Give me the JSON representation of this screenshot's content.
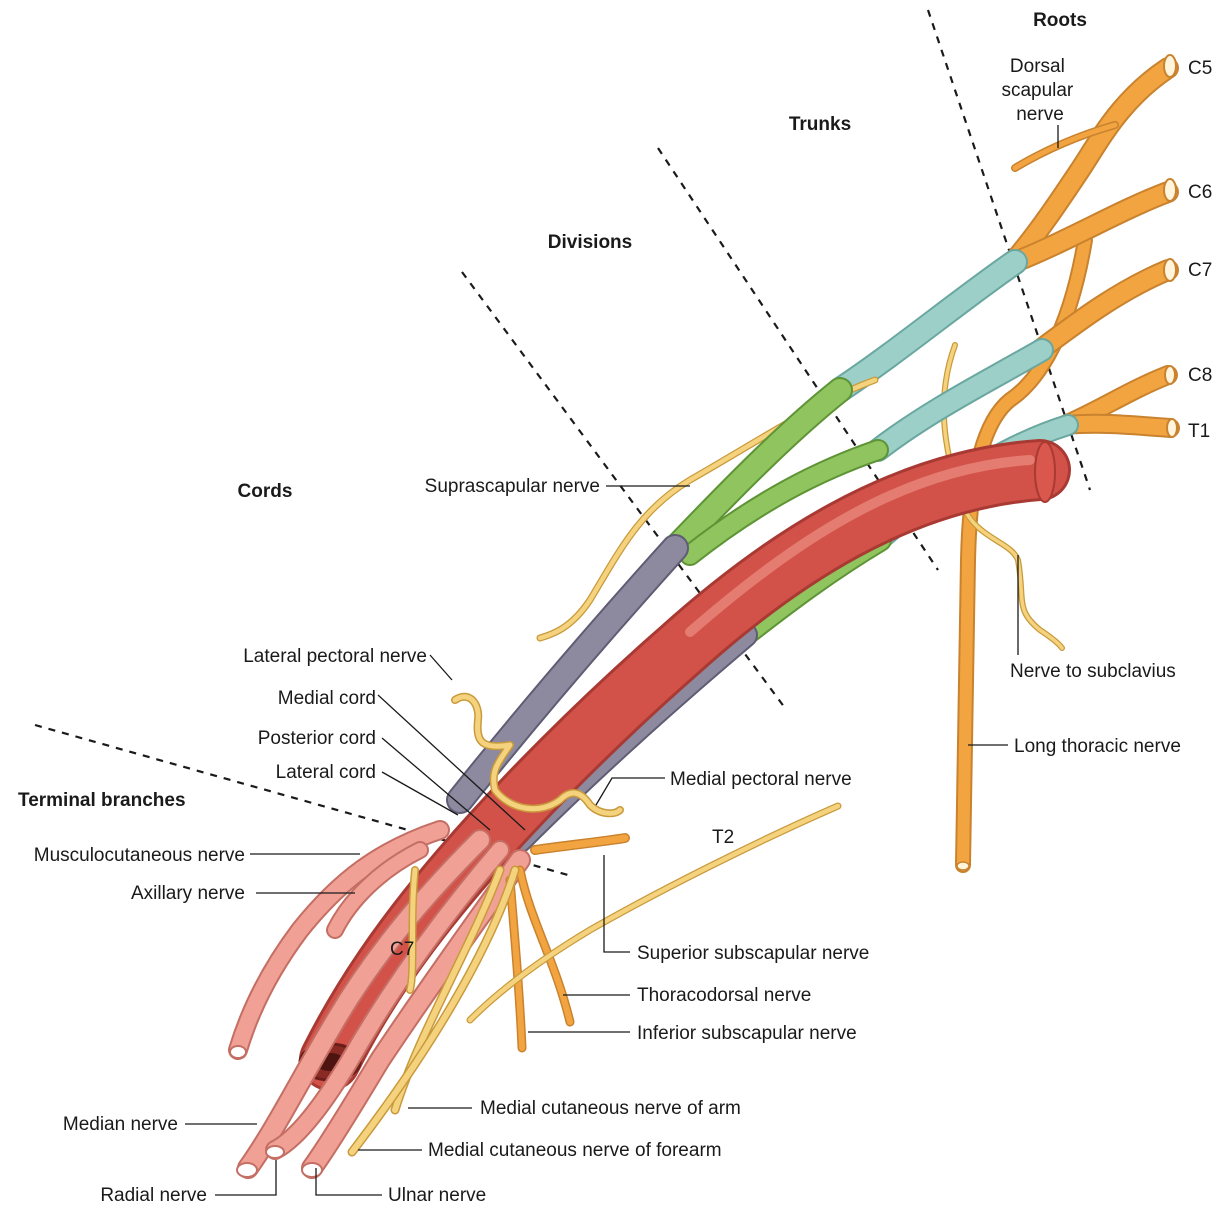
{
  "section_headers": {
    "roots": "Roots",
    "trunks": "Trunks",
    "divisions": "Divisions",
    "cords": "Cords",
    "terminal": "Terminal branches"
  },
  "root_labels": {
    "c5": "C5",
    "c6": "C6",
    "c7": "C7",
    "c8": "C8",
    "t1": "T1"
  },
  "inline_labels": {
    "t2": "T2",
    "c7_inner": "C7"
  },
  "nerves": {
    "dorsal_scapular": [
      "Dorsal",
      "scapular",
      "nerve"
    ],
    "suprascapular": "Suprascapular nerve",
    "nerve_to_subclavius": "Nerve to subclavius",
    "long_thoracic": "Long thoracic nerve",
    "lateral_pectoral": "Lateral pectoral nerve",
    "medial_cord": "Medial cord",
    "posterior_cord": "Posterior cord",
    "lateral_cord": "Lateral cord",
    "medial_pectoral": "Medial pectoral nerve",
    "musculocutaneous": "Musculocutaneous nerve",
    "axillary": "Axillary nerve",
    "superior_subscapular": "Superior subscapular nerve",
    "thoracodorsal": "Thoracodorsal nerve",
    "inferior_subscapular": "Inferior subscapular nerve",
    "medial_cutaneous_arm": "Medial cutaneous nerve of arm",
    "medial_cutaneous_forearm": "Medial cutaneous nerve of forearm",
    "median": "Median nerve",
    "radial": "Radial nerve",
    "ulnar": "Ulnar nerve"
  },
  "colors": {
    "root_orange": "#f2a440",
    "light_nerve": "#f5d37e",
    "trunk_teal": "#9ccfc7",
    "division_green": "#8fc45e",
    "cord_gray": "#8d8aa0",
    "artery_red": "#d9574d",
    "terminal_pink": "#f0a095"
  }
}
